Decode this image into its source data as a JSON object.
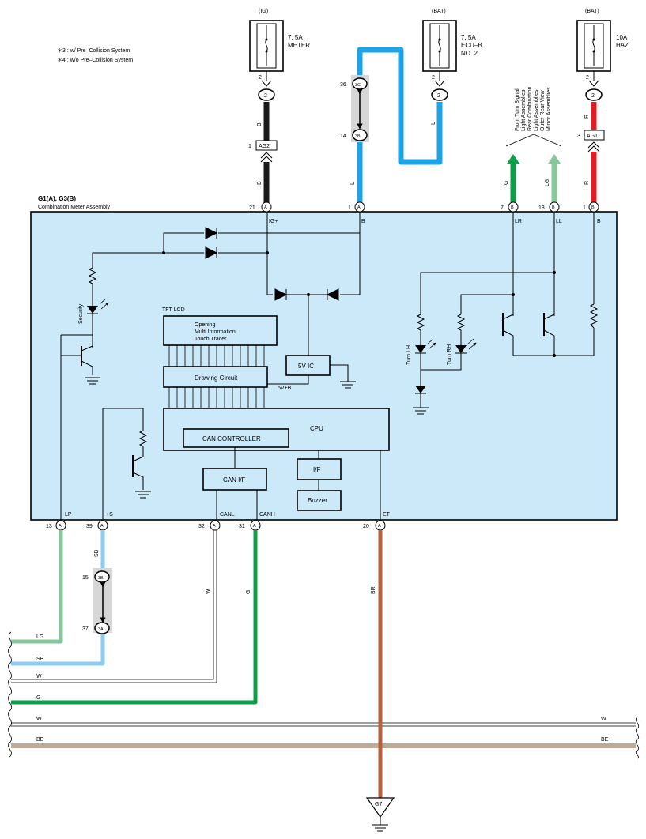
{
  "notes": [
    "＊3 : w/ Pre–Collision System",
    "＊4 : w/o Pre–Collision System"
  ],
  "fuses": [
    {
      "source": "(IG)",
      "rating": "7. 5A",
      "name1": "METER",
      "name2": "",
      "pin": "2"
    },
    {
      "source": "(BAT)",
      "rating": "7. 5A",
      "name1": "ECU–B",
      "name2": "NO. 2",
      "pin": "2"
    },
    {
      "source": "(BAT)",
      "rating": "10A",
      "name1": "HAZ",
      "name2": "",
      "pin": "2"
    }
  ],
  "assembly": {
    "id": "G1(A), G3(B)",
    "name": "Combination Meter Assembly"
  },
  "top_pins": [
    {
      "num": "21",
      "conn": "A",
      "label": "IG+"
    },
    {
      "num": "1",
      "conn": "A",
      "label": "B"
    },
    {
      "num": "7",
      "conn": "B",
      "label": "LR"
    },
    {
      "num": "13",
      "conn": "B",
      "label": "LL"
    },
    {
      "num": "1",
      "conn": "B",
      "label": "B"
    }
  ],
  "bottom_pins": [
    {
      "num": "13",
      "conn": "A",
      "label": "LP"
    },
    {
      "num": "39",
      "conn": "A",
      "label": "+S"
    },
    {
      "num": "32",
      "conn": "A",
      "label": "CANL"
    },
    {
      "num": "31",
      "conn": "A",
      "label": "CANH"
    },
    {
      "num": "20",
      "conn": "A",
      "label": "ET"
    }
  ],
  "junctions": {
    "ag2_pin": "1",
    "ag2": "AG2",
    "ag1_pin": "3",
    "ag1": "AG1",
    "jc_top": {
      "num": "36",
      "conn": "3C"
    },
    "jc_bot": {
      "num": "14",
      "conn": "3B"
    },
    "jl_top": {
      "num": "15",
      "conn": "3B"
    },
    "jl_bot": {
      "num": "37",
      "conn": "3A"
    }
  },
  "wire_colors": {
    "meter_upper": "B",
    "meter_lower": "B",
    "ecub_right": "L",
    "ecub_left": "L",
    "haz_upper": "R",
    "haz_lower": "R",
    "lr": "G",
    "ll": "LG",
    "s": "SB",
    "canl": "W",
    "canh": "G",
    "et": "BR"
  },
  "turn_signal_labels": [
    "Front Turn Signal",
    "Light Assemblies",
    "Rear Combination",
    "Light Assemblies",
    "Outer Rear View",
    "Mirror Assemblies"
  ],
  "internal": {
    "tft": "TFT LCD",
    "opening": [
      "Opening",
      "Multi Information",
      "Touch Tracer"
    ],
    "drawing": "Drawing Circuit",
    "ic": "5V IC",
    "plus5": "5V+B",
    "cpu": "CPU",
    "can_ctrl": "CAN CONTROLLER",
    "can_if": "CAN I/F",
    "if": "I/F",
    "buzzer": "Buzzer",
    "security": "Security",
    "turn_lh": "Turn LH",
    "turn_rh": "Turn RH"
  },
  "bus": [
    {
      "label": "LG",
      "right": ""
    },
    {
      "label": "SB",
      "right": ""
    },
    {
      "label": "W",
      "right": ""
    },
    {
      "label": "G",
      "right": ""
    },
    {
      "label": "W",
      "right": "W"
    },
    {
      "label": "BE",
      "right": "BE"
    }
  ],
  "ground": "G7",
  "colors": {
    "box_fill": "#cce9fa",
    "black_wire": "#1a1a1a",
    "blue_wire": "#1ea3e6",
    "red_wire": "#e31c23",
    "green_wire": "#0f9d4a",
    "lightgreen_wire": "#86c79b",
    "skyblue_wire": "#8dcdf2",
    "brown_wire": "#b5613a",
    "beige_wire": "#bdaa98",
    "gray_junction": "#d7d7d7"
  }
}
